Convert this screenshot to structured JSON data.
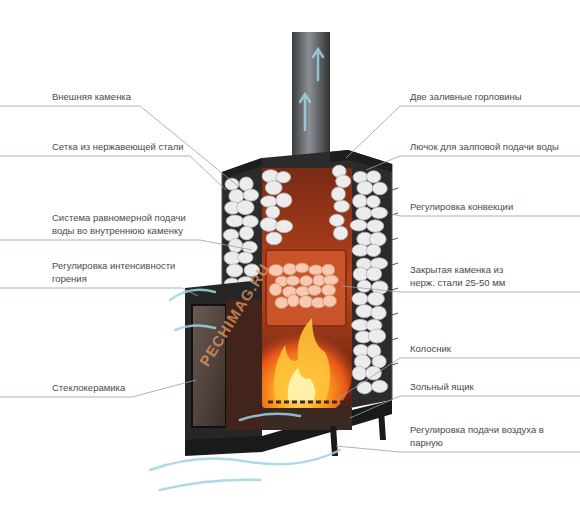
{
  "diagram": {
    "labels": [
      "Внешняя каменка",
      "Две заливные горловины",
      "Сетка из нержавеющей стали",
      "Лючок для залповой подачи воды",
      "Регулировка конвекции",
      "Система равномерной подачи воды во внутреннюю каменку",
      "Регулировка интенсивности горения",
      "Закрытая каменка из нерж. стали 25-50 мм",
      "Колосник",
      "Зольный ящик",
      "Стеклокерамика",
      "Регулировка подачи воздуха в парную",
      "PECHIMAG.RU"
    ]
  }
}
